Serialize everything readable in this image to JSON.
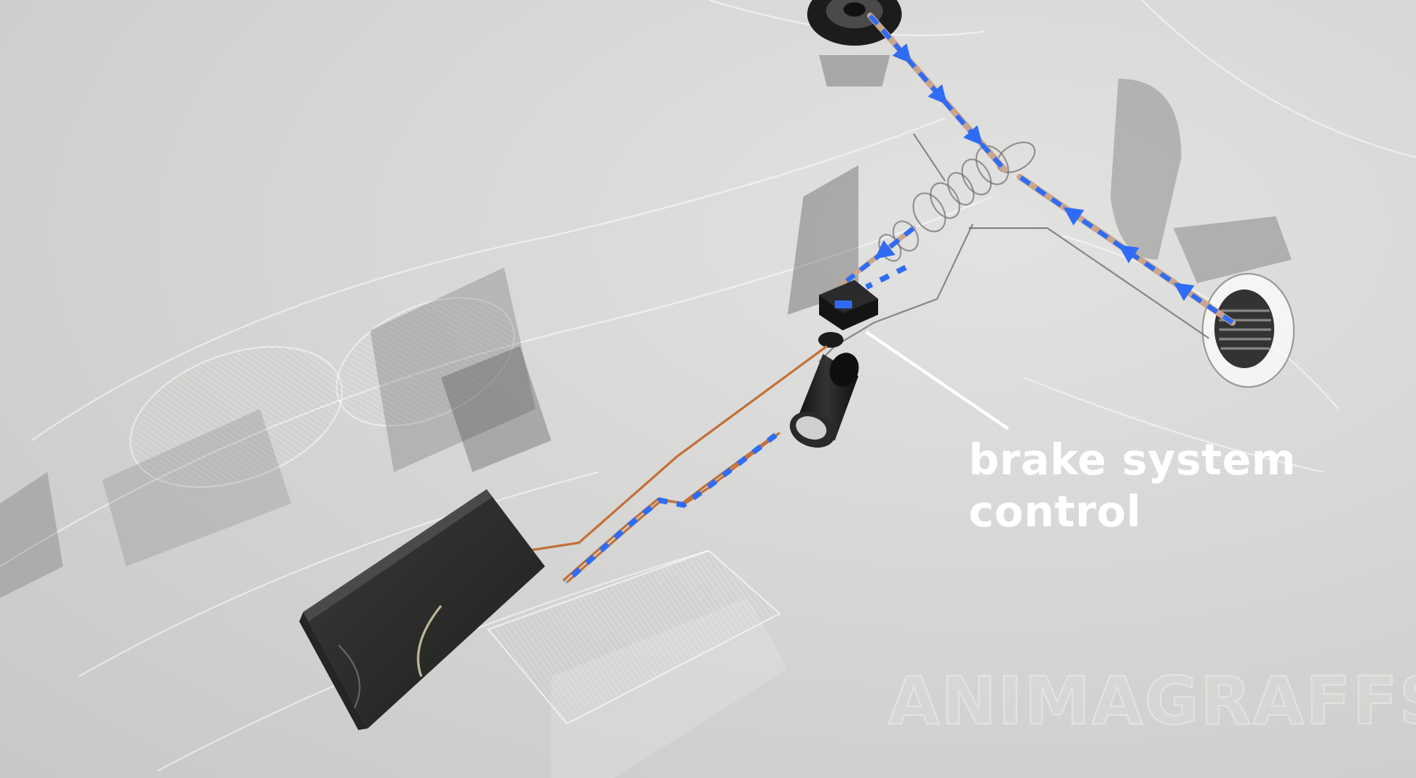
{
  "caption": {
    "line1": "brake system",
    "line2": "control"
  },
  "watermark": "ANIMAGRAFFS",
  "colors": {
    "background": "#d6d6d4",
    "flow_arrows": "#2f6cf5",
    "cable_copper": "#c2703a",
    "battery": "#2e2e2c",
    "caption_text": "#ffffff"
  }
}
